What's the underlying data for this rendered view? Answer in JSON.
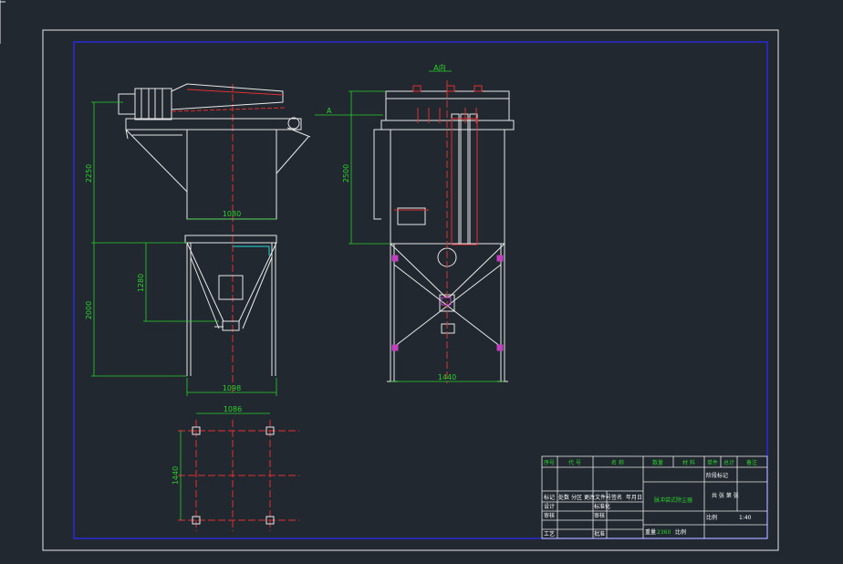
{
  "marker": "A",
  "section_label": "A向",
  "dims": {
    "side_upper_height": "2250",
    "side_lower_height": "2000",
    "hopper_height": "1280",
    "top_width": "1080",
    "base_width": "1098",
    "front_upper_height": "2500",
    "front_base_width": "1440",
    "plan_width": "1086",
    "plan_height": "1440"
  },
  "title_block": {
    "header_cells": [
      "序号",
      "代 号",
      "名 称",
      "数量",
      "材 料",
      "单件",
      "总计",
      "备注"
    ],
    "drawing_title": "脉冲袋式除尘器",
    "weight_label": "重量",
    "weight_value": "2360",
    "scale_label": "比例",
    "scale_value": "1:40",
    "sheets_label": "共 张 第 张",
    "row_labels": [
      "标记",
      "处数",
      "分区",
      "更改文件号",
      "签名",
      "年月日"
    ],
    "left_labels": [
      "设计",
      "审核",
      "工艺"
    ],
    "mid_labels": [
      "标准化",
      "审核",
      "批准"
    ],
    "stage_label": "阶段标记"
  }
}
